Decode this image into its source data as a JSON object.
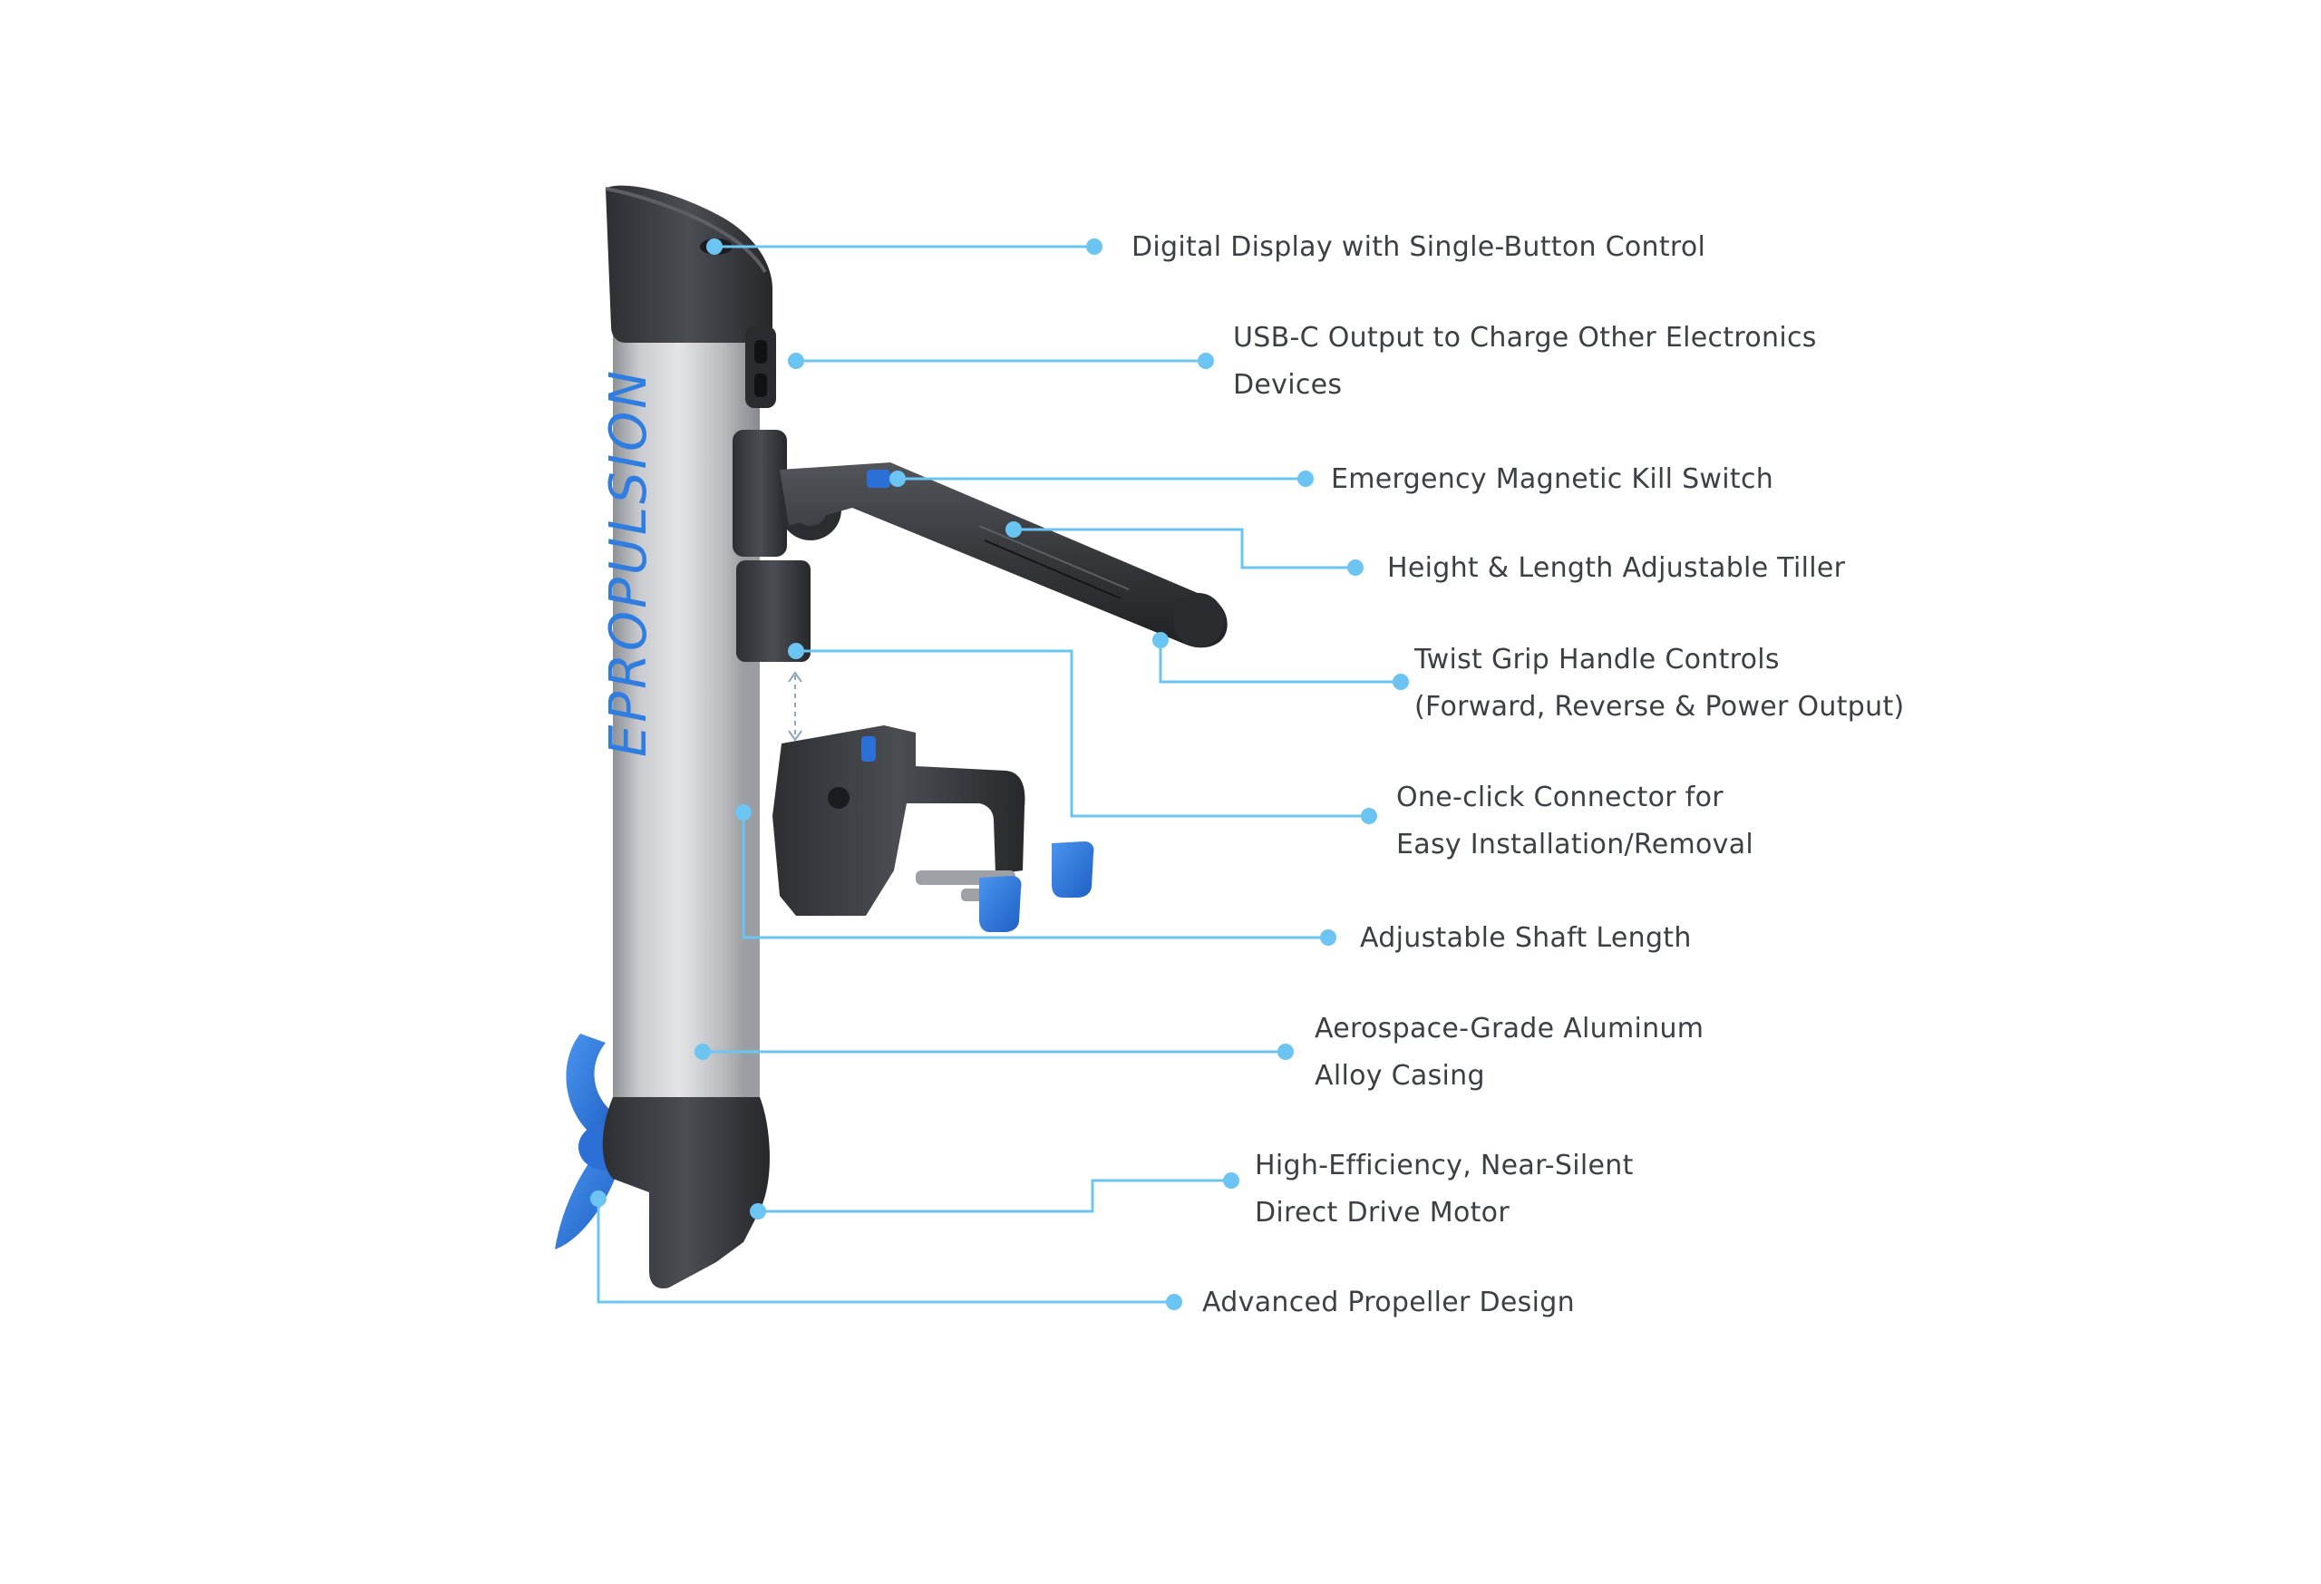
{
  "brand": {
    "logo_text": "EPROPULSION",
    "accent_color": "#2f7de1",
    "leader_color": "#6cc4f2"
  },
  "callouts": [
    {
      "id": "digital-display",
      "lines": [
        "Digital Display with Single-Button Control"
      ]
    },
    {
      "id": "usb-c-output",
      "lines": [
        "USB-C Output to Charge Other Electronics",
        "Devices"
      ]
    },
    {
      "id": "kill-switch",
      "lines": [
        "Emergency Magnetic Kill Switch"
      ]
    },
    {
      "id": "adjustable-tiller",
      "lines": [
        "Height & Length Adjustable Tiller"
      ]
    },
    {
      "id": "twist-grip",
      "lines": [
        "Twist Grip Handle Controls",
        "(Forward, Reverse & Power Output)"
      ]
    },
    {
      "id": "one-click-connector",
      "lines": [
        "One-click Connector for",
        "Easy Installation/Removal"
      ]
    },
    {
      "id": "shaft-length",
      "lines": [
        "Adjustable Shaft Length"
      ]
    },
    {
      "id": "aluminum-casing",
      "lines": [
        "Aerospace-Grade Aluminum",
        "Alloy Casing"
      ]
    },
    {
      "id": "drive-motor",
      "lines": [
        "High-Efficiency, Near-Silent",
        "Direct Drive Motor"
      ]
    },
    {
      "id": "propeller",
      "lines": [
        "Advanced Propeller Design"
      ]
    }
  ]
}
